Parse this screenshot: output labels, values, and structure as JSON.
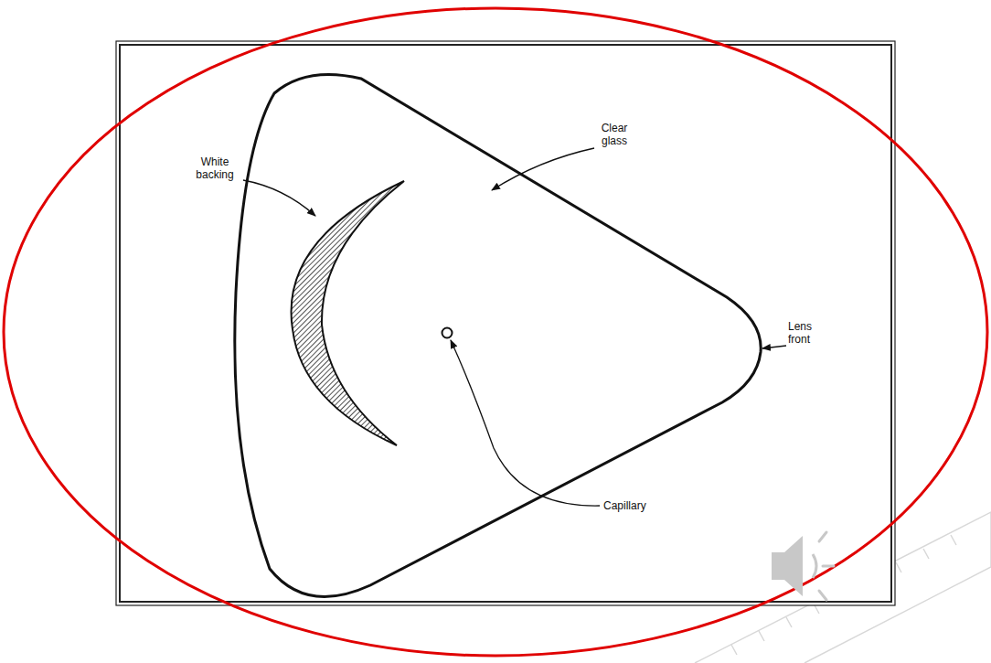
{
  "diagram": {
    "labels": [
      "White backing",
      "Clear glass",
      "Lens front",
      "Capillary"
    ]
  }
}
